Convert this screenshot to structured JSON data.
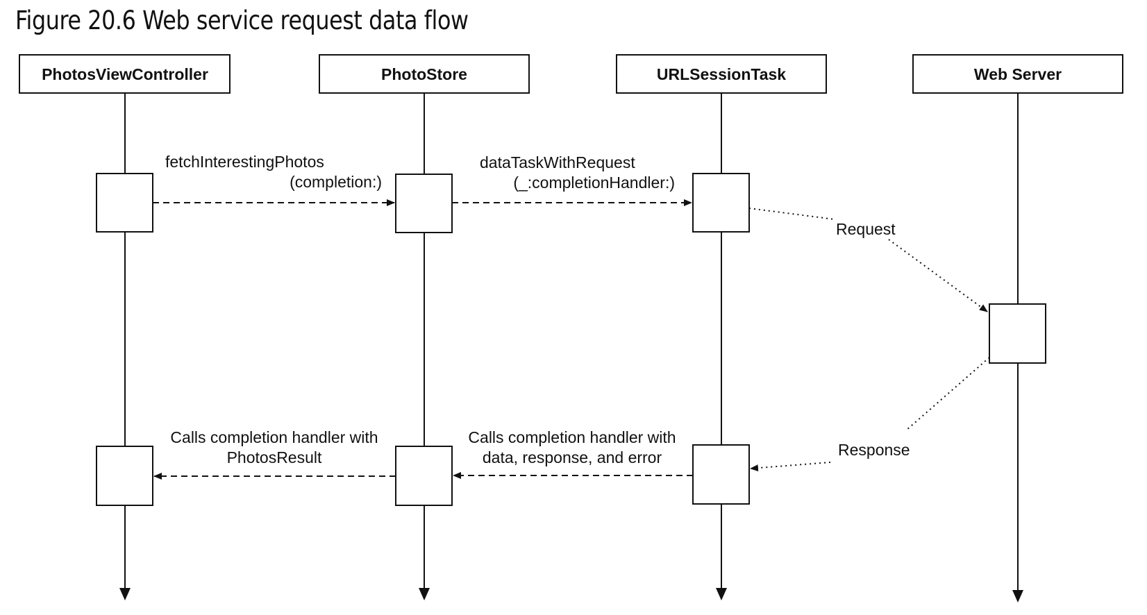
{
  "title": "Figure 20.6  Web service request data flow",
  "participants": {
    "p1": "PhotosViewController",
    "p2": "PhotoStore",
    "p3": "URLSessionTask",
    "p4": "Web Server"
  },
  "messages": {
    "m1_line1": "fetchInterestingPhotos",
    "m1_line2": "(completion:)",
    "m2_line1": "dataTaskWithRequest",
    "m2_line2": "(_:completionHandler:)",
    "request": "Request",
    "response": "Response",
    "r3_line1": "Calls completion handler with",
    "r3_line2": "data, response, and error",
    "r4_line1": "Calls completion handler with",
    "r4_line2": "PhotosResult"
  }
}
